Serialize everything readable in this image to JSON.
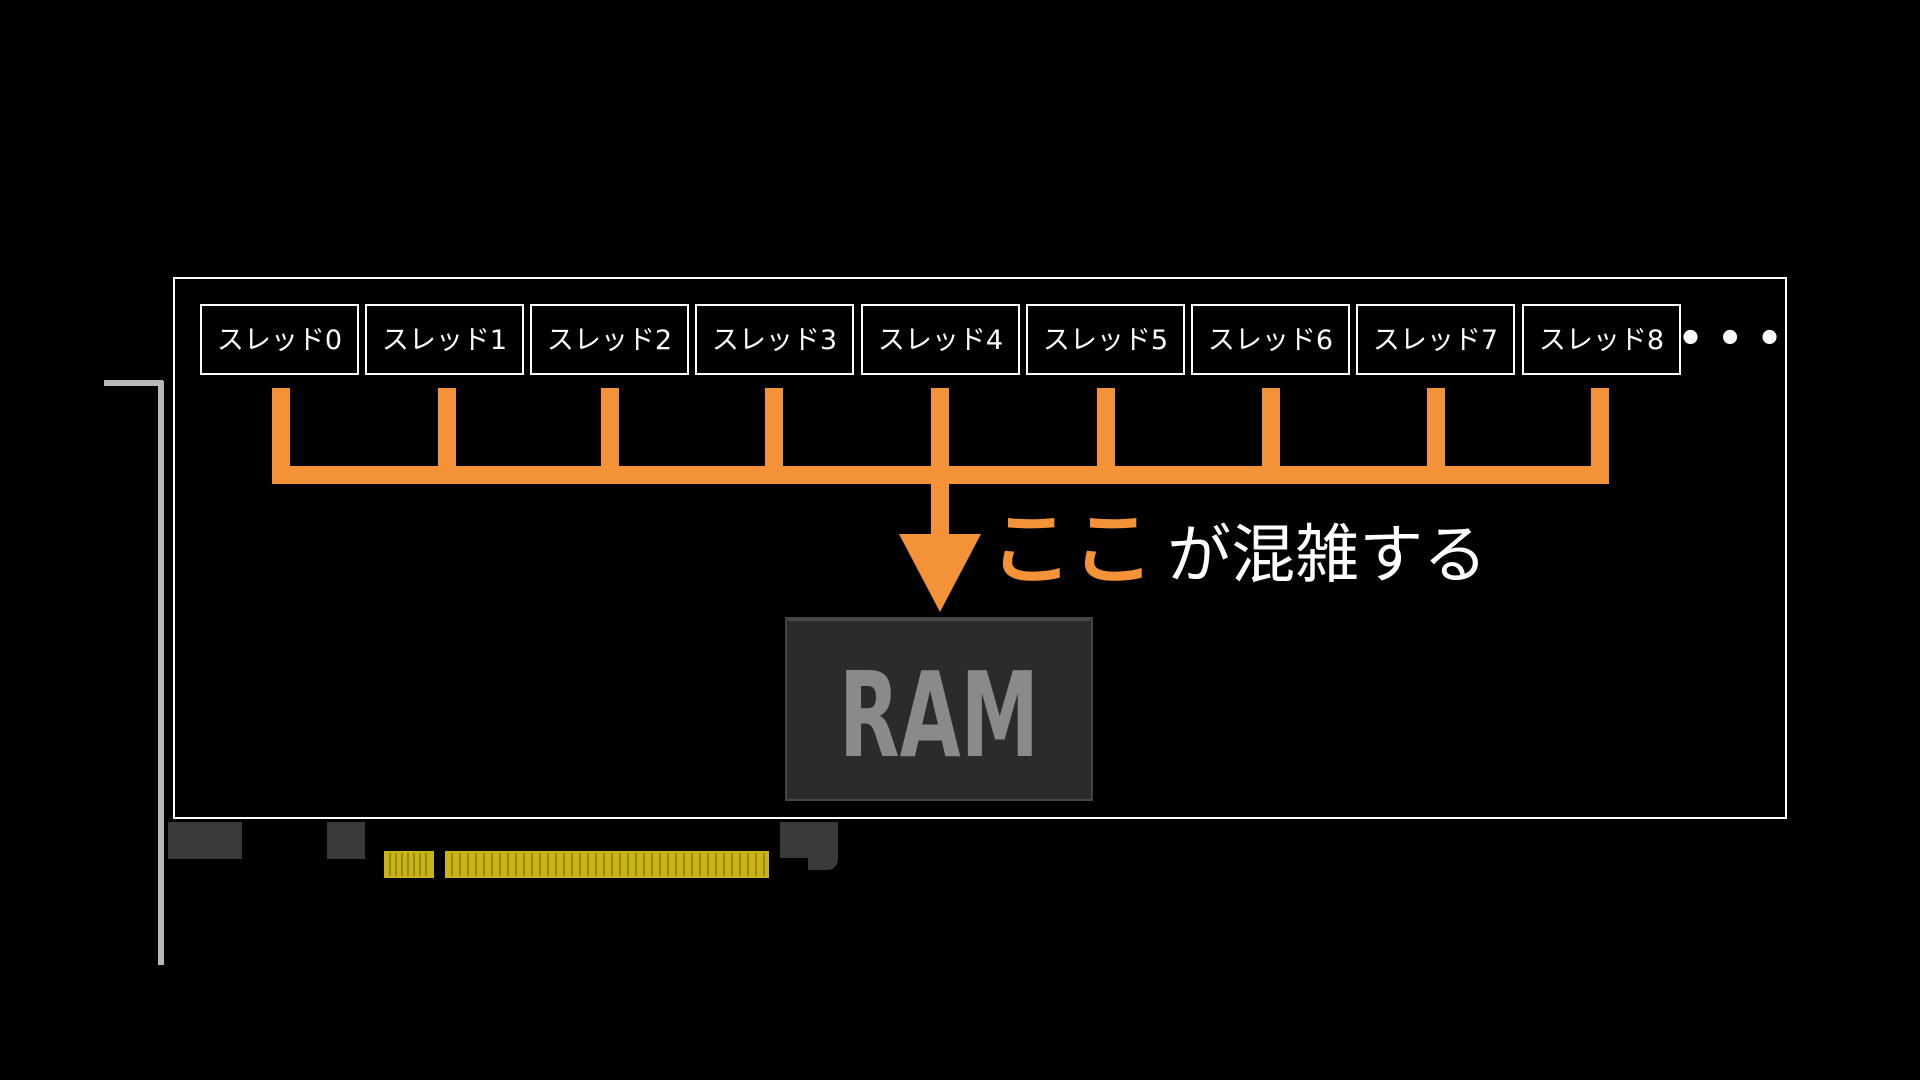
{
  "threads": [
    "スレッド0",
    "スレッド1",
    "スレッド2",
    "スレッド3",
    "スレッド4",
    "スレッド5",
    "スレッド6",
    "スレッド7",
    "スレッド8"
  ],
  "more_marker": "• • •",
  "callout": {
    "emphasis": "ここ",
    "rest": "が混雑する"
  },
  "ram_label": "RAM",
  "colors": {
    "background": "#000000",
    "bus": "#f39237",
    "outline": "#ffffff",
    "ram_chip": "#2b2b2b",
    "ram_text": "#8a8a8a",
    "pcie_contacts": "#c9b418"
  }
}
